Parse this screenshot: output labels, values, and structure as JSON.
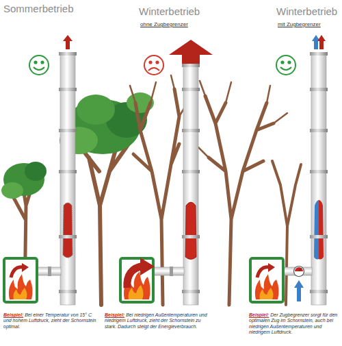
{
  "diagram": {
    "labels": [
      "Sommerbetrieb",
      "Winterbetrieb",
      "ohne Zugbegrenzer",
      "Winterbetrieb",
      "mit Zugbegrenzer",
      "Beispiel:",
      "Bei einer Temperatur von 15° C und hohem Luftdruck, zieht der Schornstein optimal.",
      "Beispiel:",
      "Bei niedrigen Außentemperaturen und niedrigem Luftdruck, zieht der Schornstein zu stark. Dadurch steigt der Energieverbrauch.",
      "Beispiel:",
      "Der Zugbegrenzer sorgt für den optimalen Zug im Schornstein, auch bei niedrigen Außentemperaturen und niedrigem Luftdruck."
    ]
  }
}
